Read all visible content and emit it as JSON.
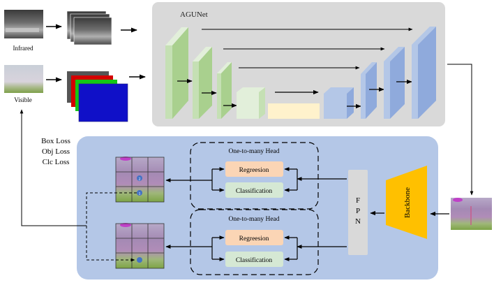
{
  "inputs": {
    "infrared_label": "Infrared",
    "visible_label": "Visible"
  },
  "agunet": {
    "title": "AGUNet",
    "colors": {
      "panel": "#d9d9d9",
      "encoder": "#c5e0b4",
      "bottleneck": "#fff2cc",
      "decoder": "#8faadc"
    }
  },
  "losses": [
    "Box Loss",
    "Obj Loss",
    "Clc Loss"
  ],
  "detector": {
    "panel_color": "#b4c7e7",
    "heads": [
      {
        "title": "One-to-many Head",
        "regression": "Regreesion",
        "classification": "Classification"
      },
      {
        "title": "One-to-many Head",
        "regression": "Regreesion",
        "classification": "Classification"
      }
    ],
    "fpn_letters": [
      "F",
      "P",
      "N"
    ],
    "backbone_label": "Backbone",
    "backbone_color": "#ffc000",
    "regression_color": "#fbd5b5",
    "classification_color": "#d5e8d4",
    "anchor_badges": [
      "2",
      "1"
    ]
  }
}
